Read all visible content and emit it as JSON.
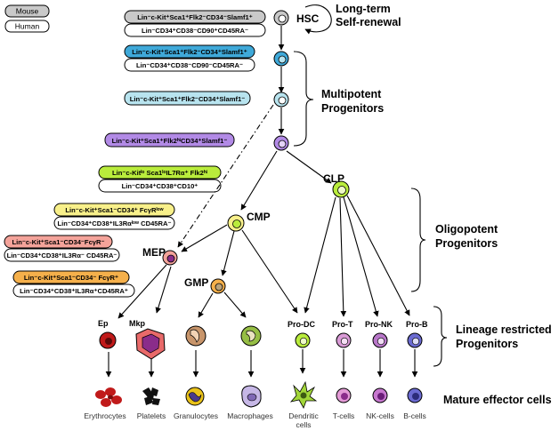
{
  "legend": {
    "mouse": "Mouse",
    "human": "Human"
  },
  "colors": {
    "mouse_gray": "#c9c9c9",
    "mouse_blue": "#3fa9d9",
    "mouse_lightblue": "#b8e4ef",
    "mouse_purple": "#b28ae6",
    "mouse_green": "#b9ec3c",
    "mouse_yellow": "#f8f08a",
    "mouse_salmon": "#f4a39a",
    "mouse_orange": "#f5b04b",
    "human": "#ffffff",
    "erythro_red": "#c01a1a",
    "mkp_pink": "#e96a6a",
    "mkp_purple": "#8a2c8a",
    "granulo_yellow": "#e9c21a",
    "lymph_pink": "#e39ad6",
    "prob_purple": "#6b6bd1"
  },
  "stages": {
    "hsc": {
      "name": "HSC",
      "mouse": "Lin⁻c-Kit⁺Sca1⁺Flk2⁻CD34⁻Slamf1⁺",
      "human": "Lin⁻CD34⁺CD38⁻CD90⁺CD45RA⁻"
    },
    "mpp1": {
      "mouse": "Lin⁻c-Kit⁺Sca1⁺Flk2⁻CD34⁺Slamf1⁺",
      "human": "Lin⁻CD34⁺CD38⁻CD90⁻CD45RA⁻"
    },
    "mpp2": {
      "mouse": "Lin⁻c-Kit⁺Sca1⁺Flk2⁻CD34⁺Slamf1⁻"
    },
    "mpp3": {
      "mouse": "Lin⁻c-Kit⁺Sca1⁺Flk2ʰⁱCD34⁺Slamf1⁻"
    },
    "clp": {
      "name": "CLP",
      "mouse": "Lin⁻c-Kitˡᵒ Sca1ˡᵒIL7Rα⁺ Flk2ʰⁱ",
      "human": "Lin⁻CD34⁺CD38⁺CD10⁺"
    },
    "cmp": {
      "name": "CMP",
      "mouse": "Lin⁻c-Kit⁺Sca1⁻CD34⁺ FcγRˡᵒʷ",
      "human": "Lin⁻CD34⁺CD38⁺IL3Rαˡᵒʷ CD45RA⁻"
    },
    "mep": {
      "name": "MEP",
      "mouse": "Lin⁻c-Kit⁺Sca1⁻CD34⁻FcγR⁻",
      "human": "Lin⁻CD34⁺CD38⁺IL3Rα⁻ CD45RA⁻"
    },
    "gmp": {
      "name": "GMP",
      "mouse": "Lin⁻c-Kit⁺Sca1⁻CD34⁻ FcγR⁺",
      "human": "Lin⁻CD34⁺CD38⁺IL3Rα⁺CD45RA⁺"
    }
  },
  "labels": {
    "self_renewal_1": "Long-term",
    "self_renewal_2": "Self-renewal",
    "multipotent_1": "Multipotent",
    "multipotent_2": "Progenitors",
    "oligopotent_1": "Oligopotent",
    "oligopotent_2": "Progenitors",
    "lineage_1": "Lineage restricted",
    "lineage_2": "Progenitors",
    "mature": "Mature effector cells"
  },
  "restricted": {
    "ep": "Ep",
    "mkp": "Mkp",
    "prodc": "Pro-DC",
    "prot": "Pro-T",
    "pronk": "Pro-NK",
    "prob": "Pro-B"
  },
  "mature_cells": {
    "erythrocytes": "Erythrocytes",
    "platelets": "Platelets",
    "granulocytes": "Granulocytes",
    "macrophages": "Macrophages",
    "dendritic_1": "Dendritic",
    "dendritic_2": "cells",
    "tcells": "T-cells",
    "nkcells": "NK-cells",
    "bcells": "B-cells"
  }
}
